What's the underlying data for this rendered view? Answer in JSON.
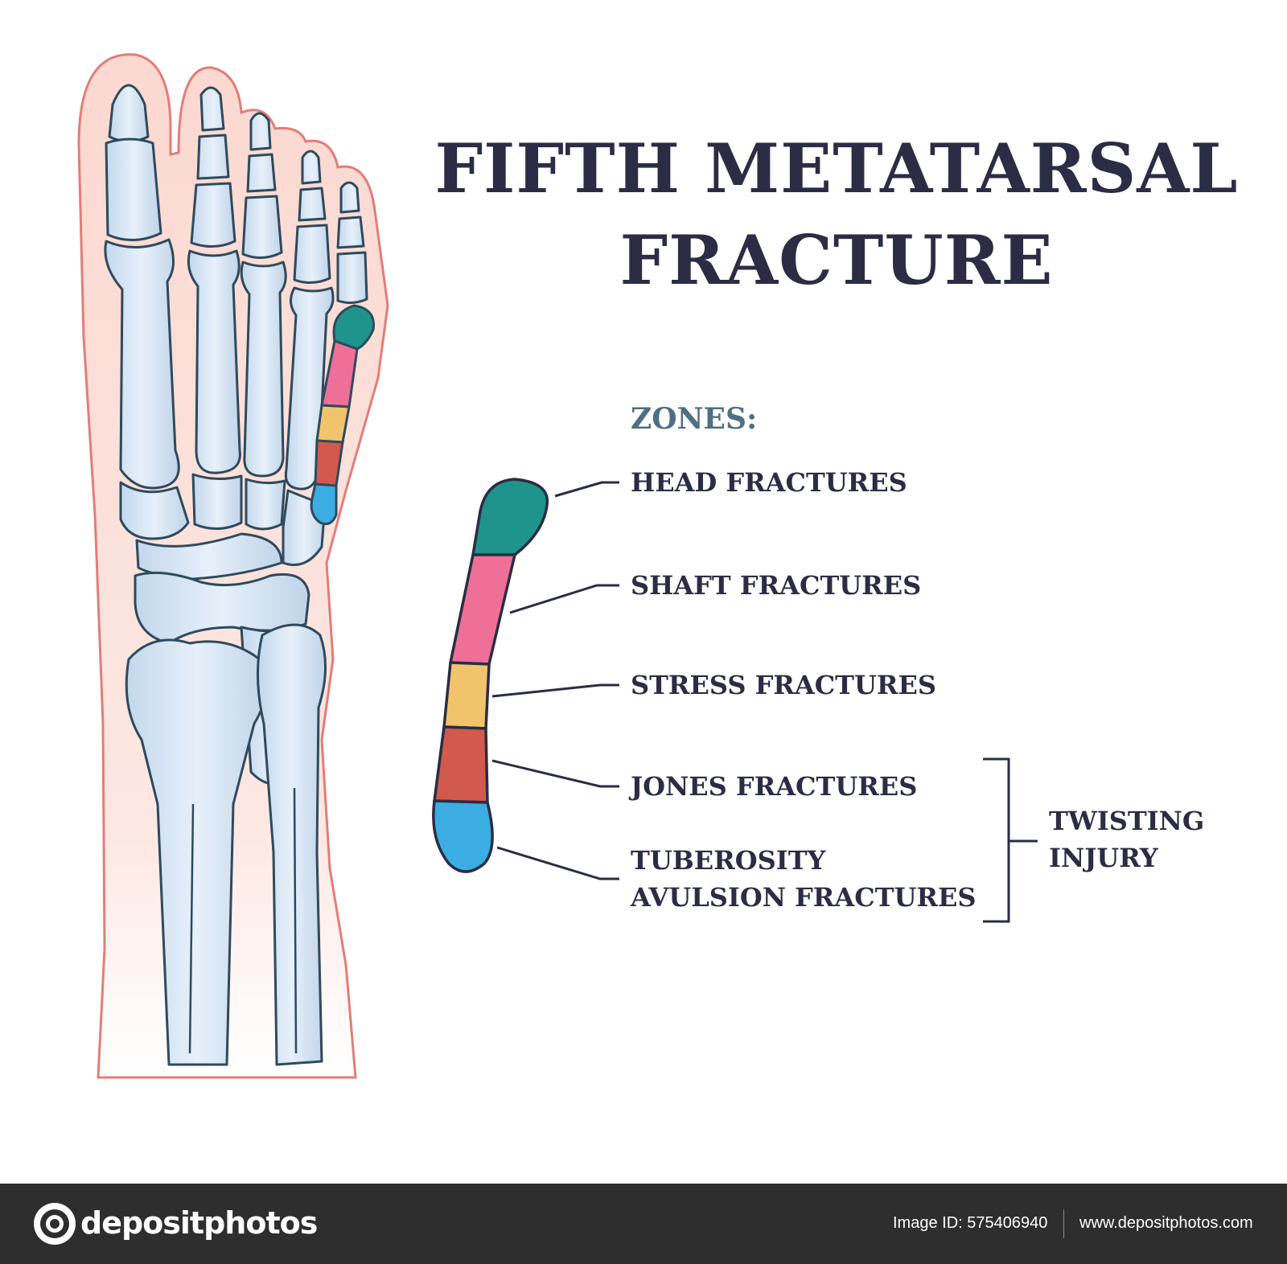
{
  "title": {
    "line1": "FIFTH METATARSAL",
    "line2": "FRACTURE"
  },
  "zones": {
    "heading": "ZONES:",
    "items": [
      {
        "key": "head",
        "label": "HEAD FRACTURES",
        "color": "#1f948c"
      },
      {
        "key": "shaft",
        "label": "SHAFT FRACTURES",
        "color": "#ee7099"
      },
      {
        "key": "stress",
        "label": "STRESS FRACTURES",
        "color": "#f1c46c"
      },
      {
        "key": "jones",
        "label": "JONES FRACTURES",
        "color": "#d1594d"
      },
      {
        "key": "tuberosity",
        "label_line1": "TUBEROSITY",
        "label_line2": "AVULSION FRACTURES",
        "color": "#3bade2"
      }
    ]
  },
  "bracket": {
    "line1": "TWISTING",
    "line2": "INJURY"
  },
  "colors": {
    "text": "#2a2d44",
    "heading": "#4f6f82",
    "bone_fill": "#d4e4f3",
    "bone_outline": "#2e4a5c",
    "skin_outline": "#e37d78",
    "skin_fill": "#fbe0da"
  },
  "footer": {
    "brand": "depositphotos",
    "image_id": "Image ID: 575406940",
    "url": "www.depositphotos.com"
  }
}
